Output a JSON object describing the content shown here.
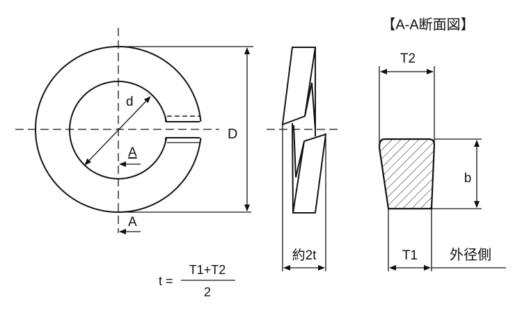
{
  "title": "【A-A断面図】",
  "labels": {
    "outer_diameter": "D",
    "inner_diameter": "d",
    "section_mark_top": "A",
    "section_mark_bottom": "A",
    "thickness_approx": "約2t",
    "t2": "T2",
    "t1": "T1",
    "width": "b",
    "outer_side": "外径側"
  },
  "formula": {
    "lhs": "t =",
    "numerator": "T1+T2",
    "denominator": "2"
  },
  "colors": {
    "line": "#111111",
    "background": "#ffffff"
  }
}
